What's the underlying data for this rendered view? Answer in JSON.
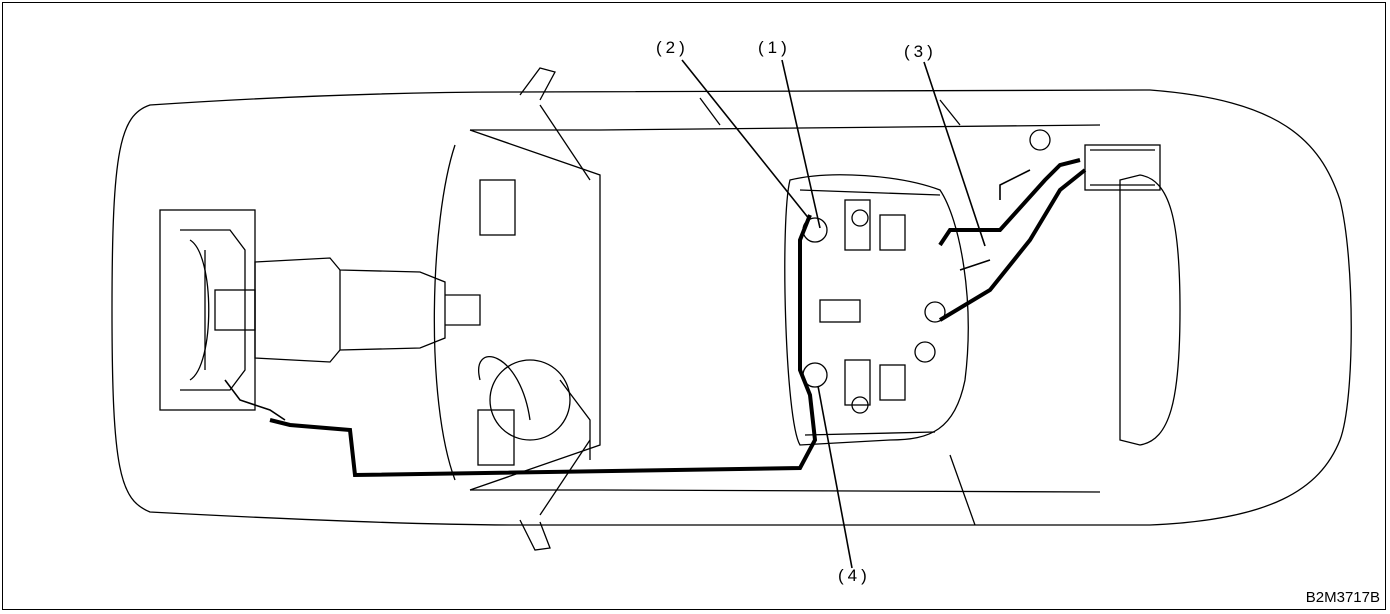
{
  "figure_code": "B2M3717B",
  "callouts": [
    {
      "id": "callout-2",
      "label": "(2)"
    },
    {
      "id": "callout-1",
      "label": "(1)"
    },
    {
      "id": "callout-3",
      "label": "(3)"
    },
    {
      "id": "callout-4",
      "label": "(4)"
    }
  ],
  "colors": {
    "line": "#000000",
    "background": "#ffffff"
  }
}
